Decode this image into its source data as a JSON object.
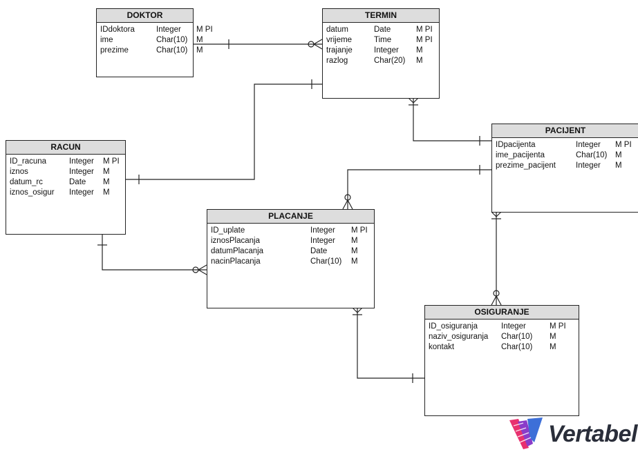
{
  "entities": {
    "doktor": {
      "title": "DOKTOR",
      "attributes": [
        {
          "name": "IDdoktora",
          "type": "Integer",
          "flags": "M PI"
        },
        {
          "name": "ime",
          "type": "Char(10)",
          "flags": "M"
        },
        {
          "name": "prezime",
          "type": "Char(10)",
          "flags": "M"
        }
      ]
    },
    "termin": {
      "title": "TERMIN",
      "attributes": [
        {
          "name": "datum",
          "type": "Date",
          "flags": "M PI"
        },
        {
          "name": "vrijeme",
          "type": "Time",
          "flags": "M PI"
        },
        {
          "name": "trajanje",
          "type": "Integer",
          "flags": "M"
        },
        {
          "name": "razlog",
          "type": "Char(20)",
          "flags": "M"
        }
      ]
    },
    "racun": {
      "title": "RACUN",
      "attributes": [
        {
          "name": "ID_racuna",
          "type": "Integer",
          "flags": "M PI"
        },
        {
          "name": "iznos",
          "type": "Integer",
          "flags": "M"
        },
        {
          "name": "datum_rc",
          "type": "Date",
          "flags": "M"
        },
        {
          "name": "iznos_osigur",
          "type": "Integer",
          "flags": "M"
        }
      ]
    },
    "placanje": {
      "title": "PLACANJE",
      "attributes": [
        {
          "name": "ID_uplate",
          "type": "Integer",
          "flags": "M PI"
        },
        {
          "name": "iznosPlacanja",
          "type": "Integer",
          "flags": "M"
        },
        {
          "name": "datumPlacanja",
          "type": "Date",
          "flags": "M"
        },
        {
          "name": "nacinPlacanja",
          "type": "Char(10)",
          "flags": "M"
        }
      ]
    },
    "pacijent": {
      "title": "PACIJENT",
      "attributes": [
        {
          "name": "IDpacijenta",
          "type": "Integer",
          "flags": "M PI"
        },
        {
          "name": "ime_pacijenta",
          "type": "Char(10)",
          "flags": "M"
        },
        {
          "name": "prezime_pacijent",
          "type": "Integer",
          "flags": "M"
        }
      ]
    },
    "osiguranje": {
      "title": "OSIGURANJE",
      "attributes": [
        {
          "name": "ID_osiguranja",
          "type": "Integer",
          "flags": "M PI"
        },
        {
          "name": "naziv_osiguranja",
          "type": "Char(10)",
          "flags": "M"
        },
        {
          "name": "kontakt",
          "type": "Char(10)",
          "flags": "M"
        }
      ]
    }
  },
  "relationships": [
    {
      "from": "doktor",
      "to": "termin",
      "from_end": "one",
      "to_end": "zero-or-many"
    },
    {
      "from": "termin",
      "to": "racun",
      "from_end": "one",
      "to_end": "one"
    },
    {
      "from": "termin",
      "to": "pacijent",
      "from_end": "one-or-many",
      "to_end": "one"
    },
    {
      "from": "racun",
      "to": "placanje",
      "from_end": "one",
      "to_end": "zero-or-many"
    },
    {
      "from": "pacijent",
      "to": "placanje",
      "from_end": "one",
      "to_end": "zero-or-many"
    },
    {
      "from": "pacijent",
      "to": "osiguranje",
      "from_end": "one-or-many",
      "to_end": "zero-or-many"
    },
    {
      "from": "placanje",
      "to": "osiguranje",
      "from_end": "one-or-many",
      "to_end": "one"
    }
  ],
  "branding": {
    "name": "Vertabelo",
    "colors": [
      "#e8316f",
      "#8a3cc9",
      "#3d6fd8"
    ]
  }
}
